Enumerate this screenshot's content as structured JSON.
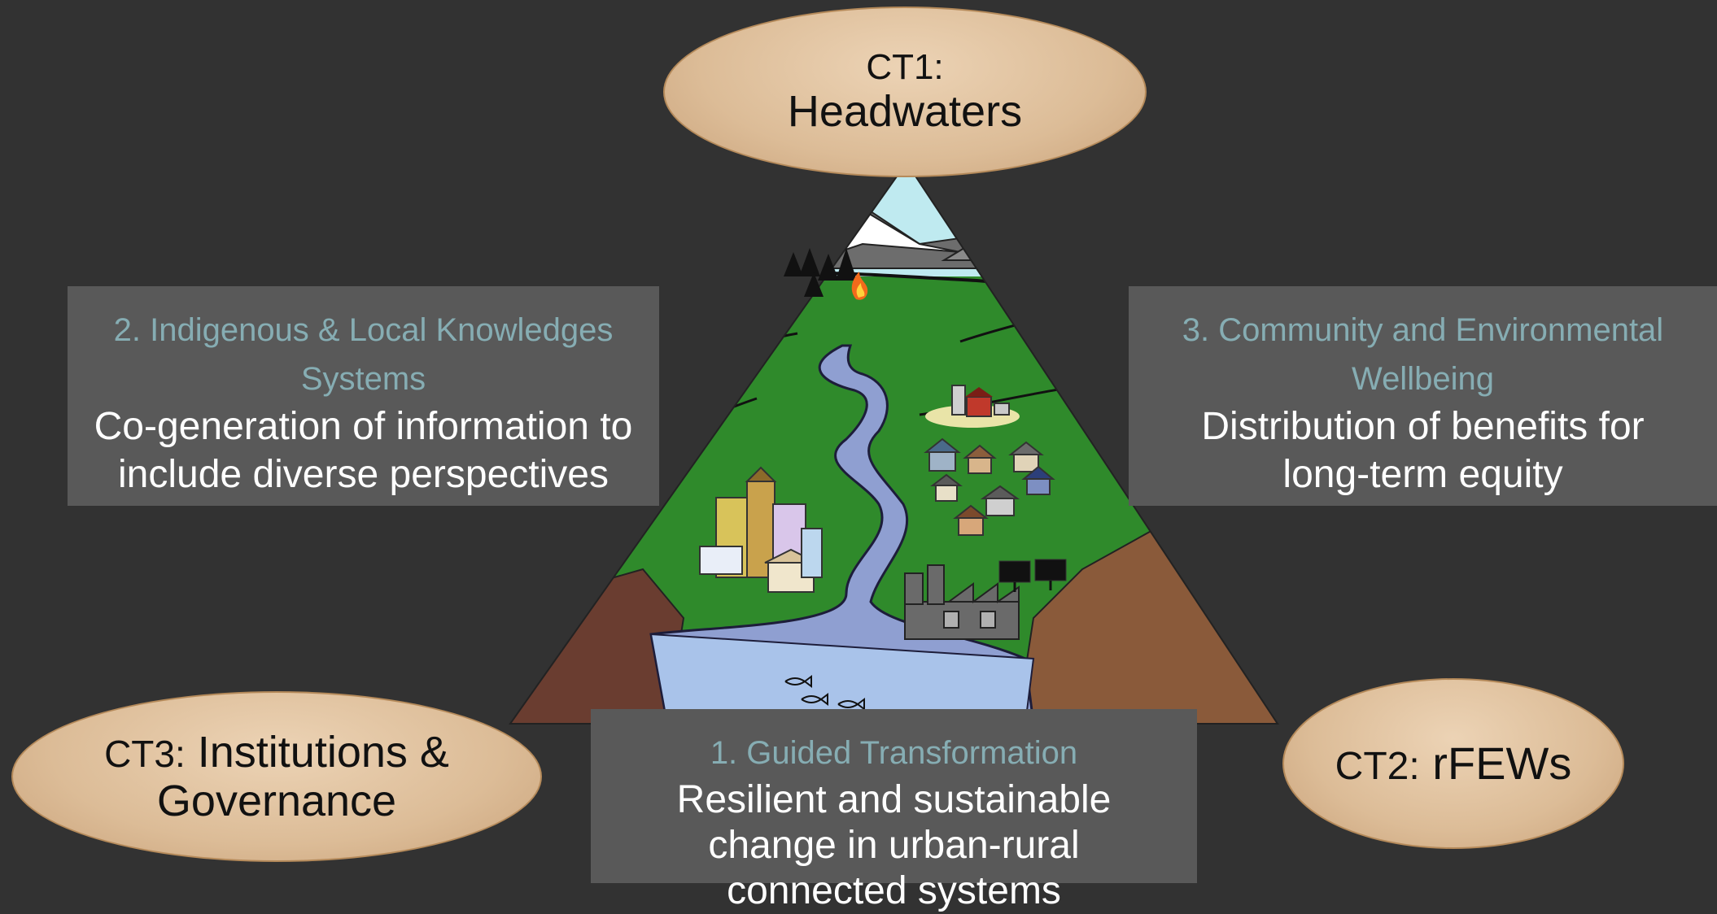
{
  "ovals": {
    "ct1_line1": "CT1:",
    "ct1_line2": "Headwaters",
    "ct2_prefix": "CT2:",
    "ct2_name": "rFEWs",
    "ct3_prefix": "CT3:",
    "ct3_name": "Institutions &",
    "ct3_name2": "Governance"
  },
  "panels": {
    "indigenous_title": "2. Indigenous & Local Knowledges Systems",
    "indigenous_body": "Co-generation of information to include diverse perspectives",
    "community_title": "3. Community and Environmental Wellbeing",
    "community_body": "Distribution of benefits for long-term equity",
    "guided_title": "1. Guided Transformation",
    "guided_body": "Resilient and sustainable change in urban-rural connected systems"
  },
  "colors": {
    "background": "#323232",
    "panel": "#595959",
    "panel_title": "#86adb3",
    "oval_fill": "#dcbc97",
    "river": "#8f9fd1",
    "land": "#2f8a2b"
  },
  "icons": [
    "mountain-icon",
    "pine-trees-icon",
    "fire-icon",
    "farm-icon",
    "houses-icon",
    "city-buildings-icon",
    "factory-icon",
    "solar-panels-icon",
    "fish-icon"
  ]
}
